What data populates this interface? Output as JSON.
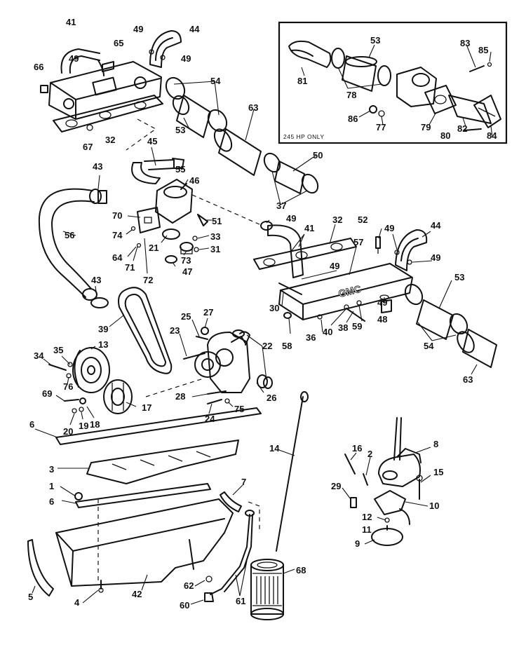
{
  "inset": {
    "caption": "245 HP ONLY"
  },
  "callouts": [
    {
      "id": "c41a",
      "label": "41"
    },
    {
      "id": "c49a",
      "label": "49"
    },
    {
      "id": "c44a",
      "label": "44"
    },
    {
      "id": "c65",
      "label": "65"
    },
    {
      "id": "c49b",
      "label": "49"
    },
    {
      "id": "c49c",
      "label": "49"
    },
    {
      "id": "c66",
      "label": "66"
    },
    {
      "id": "c54a",
      "label": "54"
    },
    {
      "id": "c63a",
      "label": "63"
    },
    {
      "id": "c53a",
      "label": "53"
    },
    {
      "id": "c32a",
      "label": "32"
    },
    {
      "id": "c67",
      "label": "67"
    },
    {
      "id": "c45",
      "label": "45"
    },
    {
      "id": "c55",
      "label": "55"
    },
    {
      "id": "c43a",
      "label": "43"
    },
    {
      "id": "c46",
      "label": "46"
    },
    {
      "id": "c50",
      "label": "50"
    },
    {
      "id": "c37",
      "label": "37"
    },
    {
      "id": "c70",
      "label": "70"
    },
    {
      "id": "c51",
      "label": "51"
    },
    {
      "id": "c49d",
      "label": "49"
    },
    {
      "id": "c56",
      "label": "56"
    },
    {
      "id": "c74",
      "label": "74"
    },
    {
      "id": "c33",
      "label": "33"
    },
    {
      "id": "c21",
      "label": "21"
    },
    {
      "id": "c31",
      "label": "31"
    },
    {
      "id": "c64",
      "label": "64"
    },
    {
      "id": "c71",
      "label": "71"
    },
    {
      "id": "c73",
      "label": "73"
    },
    {
      "id": "c72",
      "label": "72"
    },
    {
      "id": "c47",
      "label": "47"
    },
    {
      "id": "c41b",
      "label": "41"
    },
    {
      "id": "c32b",
      "label": "32"
    },
    {
      "id": "c52",
      "label": "52"
    },
    {
      "id": "c49e",
      "label": "49"
    },
    {
      "id": "c44b",
      "label": "44"
    },
    {
      "id": "c57",
      "label": "57"
    },
    {
      "id": "c49f",
      "label": "49"
    },
    {
      "id": "c49g",
      "label": "49"
    },
    {
      "id": "c43b",
      "label": "43"
    },
    {
      "id": "c53b",
      "label": "53"
    },
    {
      "id": "c30",
      "label": "30"
    },
    {
      "id": "c49h",
      "label": "49"
    },
    {
      "id": "c48",
      "label": "48"
    },
    {
      "id": "c36",
      "label": "36"
    },
    {
      "id": "c40",
      "label": "40"
    },
    {
      "id": "c38",
      "label": "38"
    },
    {
      "id": "c59",
      "label": "59"
    },
    {
      "id": "c58",
      "label": "58"
    },
    {
      "id": "c54b",
      "label": "54"
    },
    {
      "id": "c63b",
      "label": "63"
    },
    {
      "id": "c39",
      "label": "39"
    },
    {
      "id": "c27",
      "label": "27"
    },
    {
      "id": "c25",
      "label": "25"
    },
    {
      "id": "c23",
      "label": "23"
    },
    {
      "id": "c22",
      "label": "22"
    },
    {
      "id": "c13",
      "label": "13"
    },
    {
      "id": "c35",
      "label": "35"
    },
    {
      "id": "c34",
      "label": "34"
    },
    {
      "id": "c76",
      "label": "76"
    },
    {
      "id": "c69",
      "label": "69"
    },
    {
      "id": "c17",
      "label": "17"
    },
    {
      "id": "c28",
      "label": "28"
    },
    {
      "id": "c26",
      "label": "26"
    },
    {
      "id": "c75",
      "label": "75"
    },
    {
      "id": "c24",
      "label": "24"
    },
    {
      "id": "c20",
      "label": "20"
    },
    {
      "id": "c19",
      "label": "19"
    },
    {
      "id": "c18",
      "label": "18"
    },
    {
      "id": "c6a",
      "label": "6"
    },
    {
      "id": "c14",
      "label": "14"
    },
    {
      "id": "c8",
      "label": "8"
    },
    {
      "id": "c3",
      "label": "3"
    },
    {
      "id": "c16",
      "label": "16"
    },
    {
      "id": "c2",
      "label": "2"
    },
    {
      "id": "c15",
      "label": "15"
    },
    {
      "id": "c29",
      "label": "29"
    },
    {
      "id": "c10",
      "label": "10"
    },
    {
      "id": "c1",
      "label": "1"
    },
    {
      "id": "c7",
      "label": "7"
    },
    {
      "id": "c6b",
      "label": "6"
    },
    {
      "id": "c12",
      "label": "12"
    },
    {
      "id": "c11",
      "label": "11"
    },
    {
      "id": "c9",
      "label": "9"
    },
    {
      "id": "c5",
      "label": "5"
    },
    {
      "id": "c42",
      "label": "42"
    },
    {
      "id": "c62",
      "label": "62"
    },
    {
      "id": "c68",
      "label": "68"
    },
    {
      "id": "c4",
      "label": "4"
    },
    {
      "id": "c60",
      "label": "60"
    },
    {
      "id": "c61",
      "label": "61"
    },
    {
      "id": "c81",
      "label": "81"
    },
    {
      "id": "c53c",
      "label": "53"
    },
    {
      "id": "c78",
      "label": "78"
    },
    {
      "id": "c83",
      "label": "83"
    },
    {
      "id": "c85",
      "label": "85"
    },
    {
      "id": "c86",
      "label": "86"
    },
    {
      "id": "c77",
      "label": "77"
    },
    {
      "id": "c79",
      "label": "79"
    },
    {
      "id": "c82",
      "label": "82"
    },
    {
      "id": "c80",
      "label": "80"
    },
    {
      "id": "c84",
      "label": "84"
    }
  ]
}
